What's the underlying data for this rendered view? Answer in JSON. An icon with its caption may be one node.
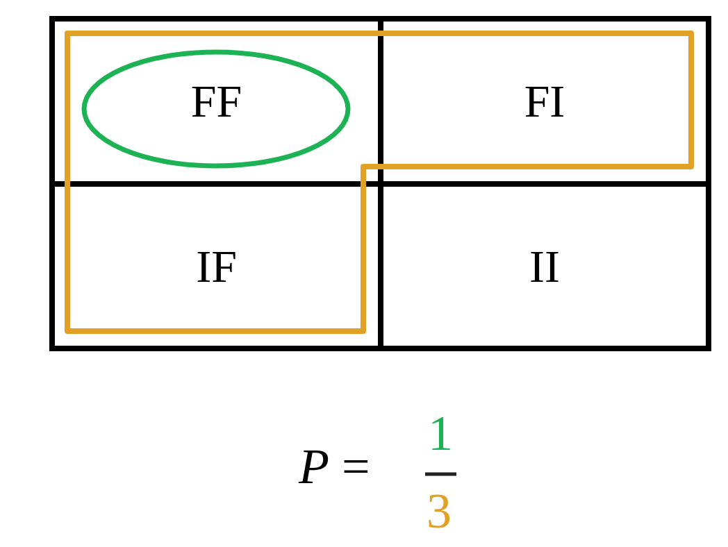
{
  "diagram": {
    "nodes": [
      {
        "text": [
          "FF"
        ]
      },
      {
        "text": [
          "FI"
        ]
      },
      {
        "text": [
          "IF"
        ]
      },
      {
        "text": [
          "II"
        ]
      }
    ],
    "labels": [
      "*P* =",
      "1",
      "3"
    ]
  }
}
